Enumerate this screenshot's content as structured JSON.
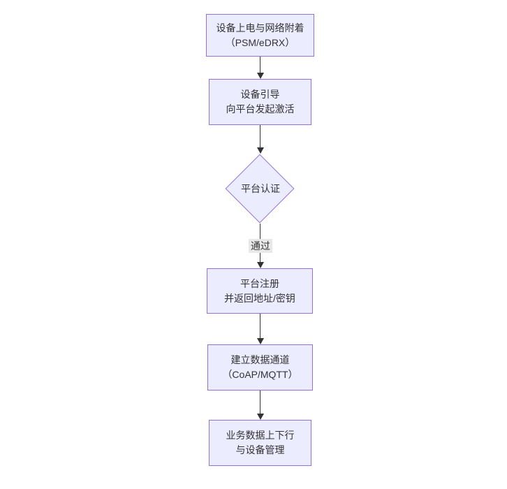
{
  "diagram": {
    "type": "flowchart",
    "direction": "top-down",
    "colors": {
      "page_bg": "#ffffff",
      "node_fill": "#ECECFF",
      "node_border": "#9370DB",
      "node_text": "#333333",
      "edge_line": "#333333",
      "edge_label_bg": "#e8e8e8",
      "edge_label_text": "#333333"
    },
    "nodes": [
      {
        "id": "power-attach",
        "shape": "rect",
        "lines": [
          "设备上电与网络附着",
          "（PSM/eDRX）"
        ]
      },
      {
        "id": "bootstrap-activate",
        "shape": "rect",
        "lines": [
          "设备引导",
          "向平台发起激活"
        ]
      },
      {
        "id": "platform-auth",
        "shape": "diamond",
        "label": "平台认证"
      },
      {
        "id": "platform-register",
        "shape": "rect",
        "lines": [
          "平台注册",
          "并返回地址/密钥"
        ]
      },
      {
        "id": "data-channel",
        "shape": "rect",
        "lines": [
          "建立数据通道",
          "（CoAP/MQTT）"
        ]
      },
      {
        "id": "business-data",
        "shape": "rect",
        "lines": [
          "业务数据上下行",
          "与设备管理"
        ]
      }
    ],
    "edges": [
      {
        "from": "power-attach",
        "to": "bootstrap-activate",
        "label": ""
      },
      {
        "from": "bootstrap-activate",
        "to": "platform-auth",
        "label": ""
      },
      {
        "from": "platform-auth",
        "to": "platform-register",
        "label": "通过"
      },
      {
        "from": "platform-register",
        "to": "data-channel",
        "label": ""
      },
      {
        "from": "data-channel",
        "to": "business-data",
        "label": ""
      }
    ]
  }
}
